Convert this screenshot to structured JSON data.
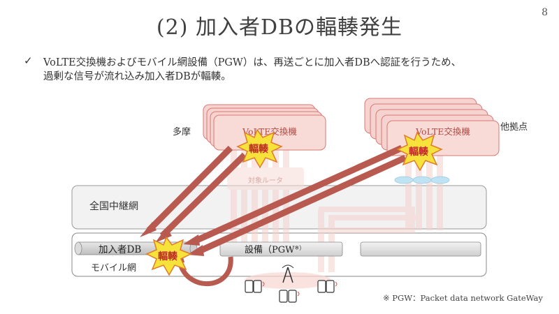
{
  "page": {
    "title": "(2) 加入者DBの輻輳発生",
    "page_number": "8"
  },
  "bullet": {
    "mark": "✓",
    "line1": "VoLTE交換機およびモバイル網設備（PGW）は、再送ごとに加入者DBへ認証を行うため、",
    "line2": "過剰な信号が流れ込み加入者DBが輻輳。"
  },
  "diagram": {
    "left_site_label": "多摩",
    "right_site_label": "他拠点",
    "left_switch_label": "VoLTE交換機",
    "right_switch_label": "VoLTE交換機",
    "congestion_label": "輻輳",
    "router_label": "対象ルータ",
    "relay_network_label": "全国中継網",
    "mobile_network_label": "モバイル網",
    "subscriber_db_label": "加入者DB",
    "pgw_label": "設備（PGW",
    "pgw_suffix": "※）",
    "footnote": "※ PGW：Packet data network GateWay"
  },
  "colors": {
    "arrow": "#b85a50",
    "switch_fill": "#f6d3d0",
    "switch_stroke": "#d97a72",
    "burst_fill": "#f7e23c",
    "burst_stroke": "#e07b2a",
    "burst_text": "#c0282c",
    "faint_signal": "#f5d0cc",
    "router_blue": "#bfe3f3"
  }
}
